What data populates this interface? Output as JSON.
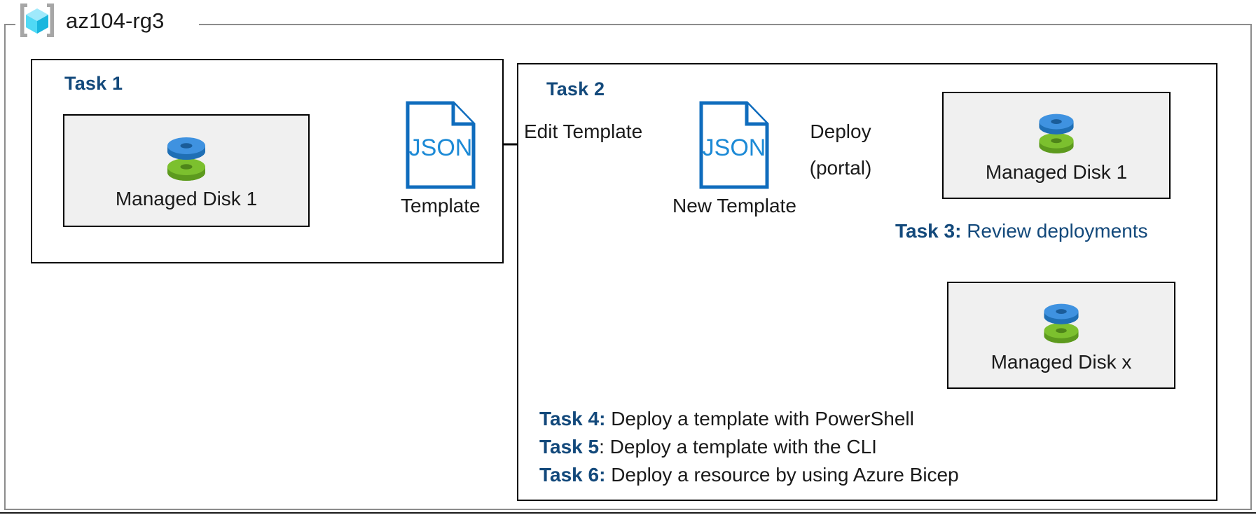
{
  "resource_group": {
    "name": "az104-rg3",
    "icon": "azure-resource-group-icon"
  },
  "tasks": {
    "task1": {
      "title": "Task 1",
      "resource": {
        "label": "Managed Disk 1",
        "icon": "managed-disk-icon"
      },
      "template": {
        "icon": "json-file-icon",
        "icon_label": "JSON",
        "caption": "Template"
      }
    },
    "task2": {
      "title": "Task 2",
      "edge_in_label": "Edit Template",
      "template": {
        "icon": "json-file-icon",
        "icon_label": "JSON",
        "caption": "New Template"
      },
      "edge_deploy_label_line1": "Deploy",
      "edge_deploy_label_line2": "(portal)",
      "resource_top": {
        "label": "Managed Disk 1",
        "icon": "managed-disk-icon"
      },
      "resource_bottom": {
        "label": "Managed Disk x",
        "icon": "managed-disk-icon"
      }
    },
    "task3": {
      "key": "Task 3:",
      "value": "Review deployments"
    },
    "task4": {
      "key": "Task 4:",
      "value": "Deploy a template with PowerShell"
    },
    "task5": {
      "key": "Task 5",
      "value": ": Deploy a template with the CLI"
    },
    "task6": {
      "key": "Task 6:",
      "value": "Deploy a resource by using Azure Bicep"
    }
  },
  "colors": {
    "task_title_blue": "#13497b",
    "json_blue": "#0f6cbd",
    "disk_blue": "#3c8ede",
    "disk_green": "#74b72e",
    "frame_gray": "#8c8c8c",
    "resource_fill": "#f0f0f0",
    "connector_black": "#000000",
    "rg_icon_cyan": "#4fd6f5"
  }
}
